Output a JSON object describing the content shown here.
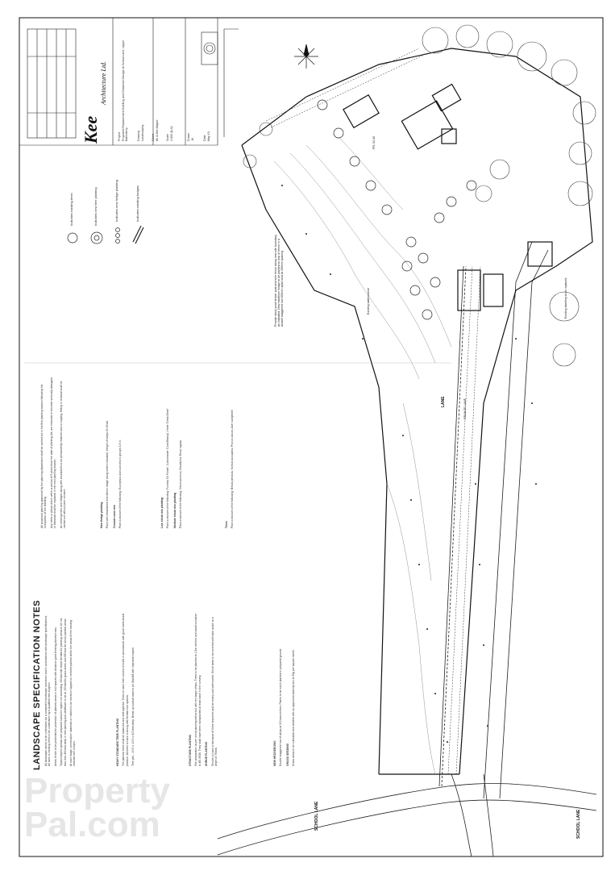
{
  "notes": {
    "title": "LANDSCAPE SPECIFICATION NOTES",
    "paragraphs": [
      "All landscape works to be undertaken by a competent landscape contractor and in accordance with landscape specifications. All work to existing trees to be undertaken by a qualified tree surgeon.",
      "Areas of site to be protected for protection of planted areas in root spaces with distance goes forming planted rows.",
      "Topsoil depths spread over prepared subsoil in layers not exceeding 150mm with depth formed for planting areas to be not less than 450mm deep in tree planting and wildflower to be at 150mm for grass areas and 450mm for shrub planted areas.",
      "At each stage, construction materials or rubbish to be stored or lapped on vehicles parked within the areas of the existing retained tree crowns.",
      "HEAVY STANDARD TREE PLANTING",
      "The planted trees shall be balanced and well tapered. Trees to have their crowns thinned in accordance with good horticultural practice. All trees to have a strong well formed root system.",
      "Tree pits - 1000 x 1000 x 600mm deep. Break up subsoil base to pit. Backfill with improved topsoil.",
      "STRUCTURE PLANTING",
      "Site preparation as per shrub planting below but with ten larger whips. Trees to be planted at 1.5m centres and small container to BS 3936. They shall have been transplanted at least twice in the nursery.",
      "SHRUB PLANTING",
      "Shrubs to have a minimum of three branches and be bushy and well rooted. Shrub beds to be covered with bark mulch at a depth of 75mm.",
      "NEW HEDGEROWS",
      "Double staggered row of whips at 300mm centres. Plants to be notch planted in prepared ground.",
      "GRASS SEEDING",
      "Grass areas to be cultivated and seeded with an approved amenity mix at 35g per square metre."
    ],
    "col2": [
      "All proposed planting approved by the planning department shall be carried out in the first planting season following the occupation of the dwelling.",
      "Any trees or plants which within a period of 5 years from the date of planting die, are removed or become seriously damaged or diseased shall be replaced in the next planting season.",
      "An existing trees and hedges along with boundaries to be permanently retained and no lopping, felling or removal shall be carried out without prior consent.",
      "New Hedge planting",
      "Plant with established thorn/birch hedge along where indicated. Height of whips 60-90cm.",
      "Ground cover mix",
      "Plant a mixture of the following: Euonymus and Lonicera in groups 3-5 nr.",
      "Low shrub mix planting",
      "Plant a mixture of the following: Fuchsia 'Dr Foster', Cotoneaster 'Coral Beauty', Hebe 'Great Orme'",
      "Medium shrub mix planting",
      "Plant a mixture of the following: Viburnum tinus, Escallonia, Rosa rugosa",
      "Trees",
      "Plant a mixture of the following: Betula pendula, Sorbus aucuparia, Prunus avium, Acer campestre"
    ]
  },
  "legend": [
    {
      "label": "Indicates existing trees",
      "icon": "circle-tree-icon"
    },
    {
      "label": "Indicates new tree planting",
      "icon": "new-tree-icon"
    },
    {
      "label": "Indicates new hedge planting",
      "icon": "hedge-planting-icon"
    },
    {
      "label": "Indicates existing hedges",
      "icon": "existing-hedge-icon"
    }
  ],
  "title_block": {
    "company": "Kee",
    "company_sub": "Architecture Ltd.",
    "project_label": "Project",
    "project": "Proposed Replacement Dwelling and Detached Garage at School Lane, Upper Ballinderry",
    "drawing_label": "Drawing",
    "drawing": "Landscaping",
    "client_label": "Client",
    "client": "Mr & Mrs Magee",
    "scale_label": "Scale",
    "scale": "1:500 @ A1",
    "drawn_label": "Drawn",
    "drawn": "JK",
    "date_label": "Date",
    "date": "May 19"
  },
  "plan_labels": {
    "road_south": "SCHOOL LANE",
    "road_east": "SCHOOL LANE",
    "lane": "LANE",
    "lane2": "GRANGE LANE",
    "ffl_dwelling": "FFL 52.00",
    "note_hedge": "Provide stock proof timber post and wire fence along new site boundary as indicated. New hawthorn hedge to be planted to rear of fence in a double staggered row 300mm apart and at 450mm spacing",
    "existing_watercourse": "Existing watercourse",
    "existing_dwelling": "Existing dwelling to be replaced"
  },
  "watermark": {
    "line1": "Property",
    "line2": "Pal.com"
  }
}
